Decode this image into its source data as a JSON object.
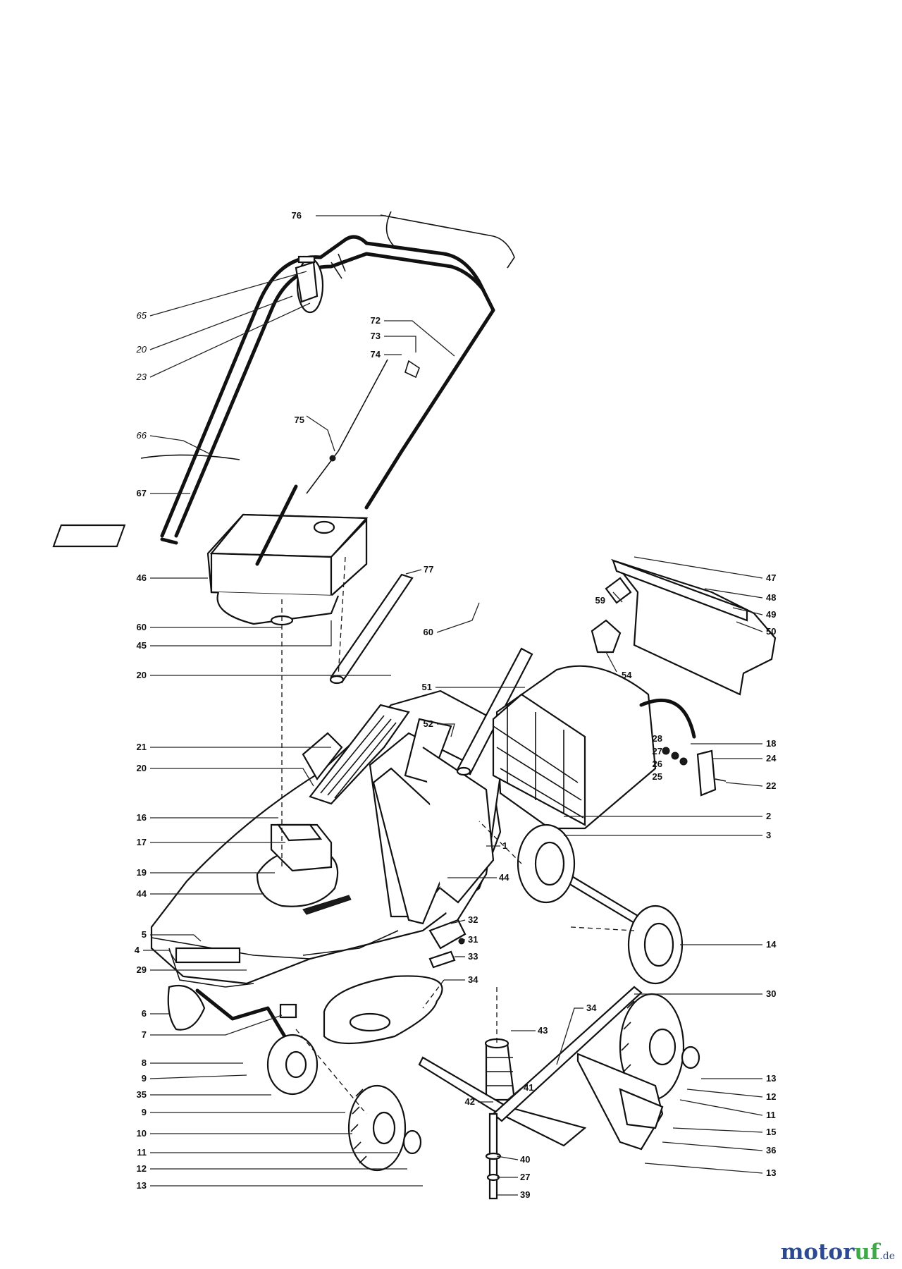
{
  "diagram": {
    "callouts": [
      {
        "id": "c76a",
        "label": "76",
        "italic": false
      },
      {
        "id": "c65",
        "label": "65",
        "italic": true
      },
      {
        "id": "c20a",
        "label": "20",
        "italic": true
      },
      {
        "id": "c23",
        "label": "23",
        "italic": true
      },
      {
        "id": "c72",
        "label": "72",
        "italic": false
      },
      {
        "id": "c73",
        "label": "73",
        "italic": false
      },
      {
        "id": "c74",
        "label": "74",
        "italic": false
      },
      {
        "id": "c75",
        "label": "75",
        "italic": false
      },
      {
        "id": "c66",
        "label": "66",
        "italic": true
      },
      {
        "id": "c67",
        "label": "67",
        "italic": false
      },
      {
        "id": "c46",
        "label": "46",
        "italic": false
      },
      {
        "id": "c77",
        "label": "77",
        "italic": false
      },
      {
        "id": "c47",
        "label": "47",
        "italic": false
      },
      {
        "id": "c48",
        "label": "48",
        "italic": false
      },
      {
        "id": "c49",
        "label": "49",
        "italic": false
      },
      {
        "id": "c50",
        "label": "50",
        "italic": false
      },
      {
        "id": "c59",
        "label": "59",
        "italic": false
      },
      {
        "id": "c60a",
        "label": "60",
        "italic": false
      },
      {
        "id": "c45",
        "label": "45",
        "italic": false
      },
      {
        "id": "c60b",
        "label": "60",
        "italic": false
      },
      {
        "id": "c54",
        "label": "54",
        "italic": false
      },
      {
        "id": "c20b",
        "label": "20",
        "italic": false
      },
      {
        "id": "c51",
        "label": "51",
        "italic": false
      },
      {
        "id": "c52",
        "label": "52",
        "italic": false
      },
      {
        "id": "c18",
        "label": "18",
        "italic": false
      },
      {
        "id": "c28",
        "label": "28",
        "italic": false
      },
      {
        "id": "c24",
        "label": "24",
        "italic": false
      },
      {
        "id": "c27a",
        "label": "27",
        "italic": false
      },
      {
        "id": "c26",
        "label": "26",
        "italic": false
      },
      {
        "id": "c22",
        "label": "22",
        "italic": false
      },
      {
        "id": "c25",
        "label": "25",
        "italic": false
      },
      {
        "id": "c21",
        "label": "21",
        "italic": false
      },
      {
        "id": "c20c",
        "label": "20",
        "italic": false
      },
      {
        "id": "c2",
        "label": "2",
        "italic": false
      },
      {
        "id": "c3",
        "label": "3",
        "italic": false
      },
      {
        "id": "c16",
        "label": "16",
        "italic": false
      },
      {
        "id": "c17",
        "label": "17",
        "italic": false
      },
      {
        "id": "c1",
        "label": "1",
        "italic": false
      },
      {
        "id": "c19",
        "label": "19",
        "italic": false
      },
      {
        "id": "c44a",
        "label": "44",
        "italic": false
      },
      {
        "id": "c44b",
        "label": "44",
        "italic": false
      },
      {
        "id": "c5",
        "label": "5",
        "italic": false
      },
      {
        "id": "c4",
        "label": "4",
        "italic": false
      },
      {
        "id": "c32",
        "label": "32",
        "italic": false
      },
      {
        "id": "c31",
        "label": "31",
        "italic": false
      },
      {
        "id": "c14",
        "label": "14",
        "italic": false
      },
      {
        "id": "c29",
        "label": "29",
        "italic": false
      },
      {
        "id": "c33",
        "label": "33",
        "italic": false
      },
      {
        "id": "c34a",
        "label": "34",
        "italic": false
      },
      {
        "id": "c30",
        "label": "30",
        "italic": false
      },
      {
        "id": "c6",
        "label": "6",
        "italic": false
      },
      {
        "id": "c34b",
        "label": "34",
        "italic": false
      },
      {
        "id": "c7",
        "label": "7",
        "italic": false
      },
      {
        "id": "c43",
        "label": "43",
        "italic": false
      },
      {
        "id": "c8",
        "label": "8",
        "italic": false
      },
      {
        "id": "c9a",
        "label": "9",
        "italic": false
      },
      {
        "id": "c13a",
        "label": "13",
        "italic": false
      },
      {
        "id": "c12a",
        "label": "12",
        "italic": false
      },
      {
        "id": "c41",
        "label": "41",
        "italic": false
      },
      {
        "id": "c35",
        "label": "35",
        "italic": false
      },
      {
        "id": "c11a",
        "label": "11",
        "italic": false
      },
      {
        "id": "c42",
        "label": "42",
        "italic": false
      },
      {
        "id": "c15",
        "label": "15",
        "italic": false
      },
      {
        "id": "c9b",
        "label": "9",
        "italic": false
      },
      {
        "id": "c36",
        "label": "36",
        "italic": false
      },
      {
        "id": "c10",
        "label": "10",
        "italic": false
      },
      {
        "id": "c11b",
        "label": "11",
        "italic": false
      },
      {
        "id": "c40",
        "label": "40",
        "italic": false
      },
      {
        "id": "c12b",
        "label": "12",
        "italic": false
      },
      {
        "id": "c27b",
        "label": "27",
        "italic": false
      },
      {
        "id": "c13b",
        "label": "13",
        "italic": false
      },
      {
        "id": "c13c",
        "label": "13",
        "italic": false
      },
      {
        "id": "c39",
        "label": "39",
        "italic": false
      }
    ]
  },
  "watermark": {
    "part_a": "motor",
    "part_b": "uf",
    "part_c": ".de"
  }
}
